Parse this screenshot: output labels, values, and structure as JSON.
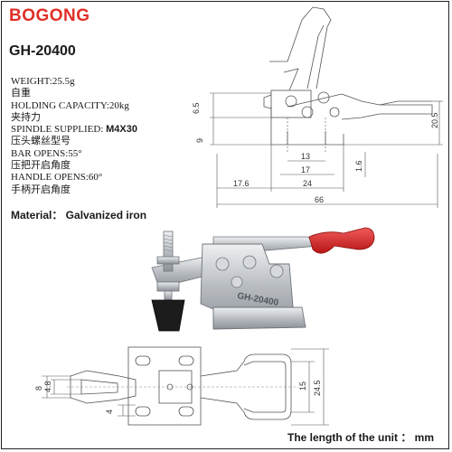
{
  "brand": "BOGONG",
  "model": "GH-20400",
  "specs": [
    {
      "en": "WEIGHT:25.5g",
      "cn": "自重"
    },
    {
      "en": "HOLDING CAPACITY:20kg",
      "cn": "夹持力"
    },
    {
      "en_label": "SPINDLE SUPPLIED:",
      "en_value": "M4X30",
      "cn": "压头螺丝型号"
    },
    {
      "en": "BAR OPENS:55°",
      "cn": "压把开启角度"
    },
    {
      "en": "HANDLE OPENS:60°",
      "cn": "手柄开启角度"
    }
  ],
  "material": "Material：  Galvanized iron",
  "side_view": {
    "dims": [
      "6.5",
      "9",
      "20.5",
      "13",
      "17",
      "24",
      "1.6",
      "17.6",
      "66"
    ]
  },
  "top_view": {
    "dims": [
      "8",
      "4.8",
      "4",
      "15",
      "24.5"
    ]
  },
  "product_stamp": "GH-20400",
  "unit_note": "The length of the unit ：  mm",
  "colors": {
    "brand": "#e03027",
    "handle_grip": "#d81e1e",
    "steel": "#c9ccd0",
    "rubber": "#1c1c1c"
  }
}
